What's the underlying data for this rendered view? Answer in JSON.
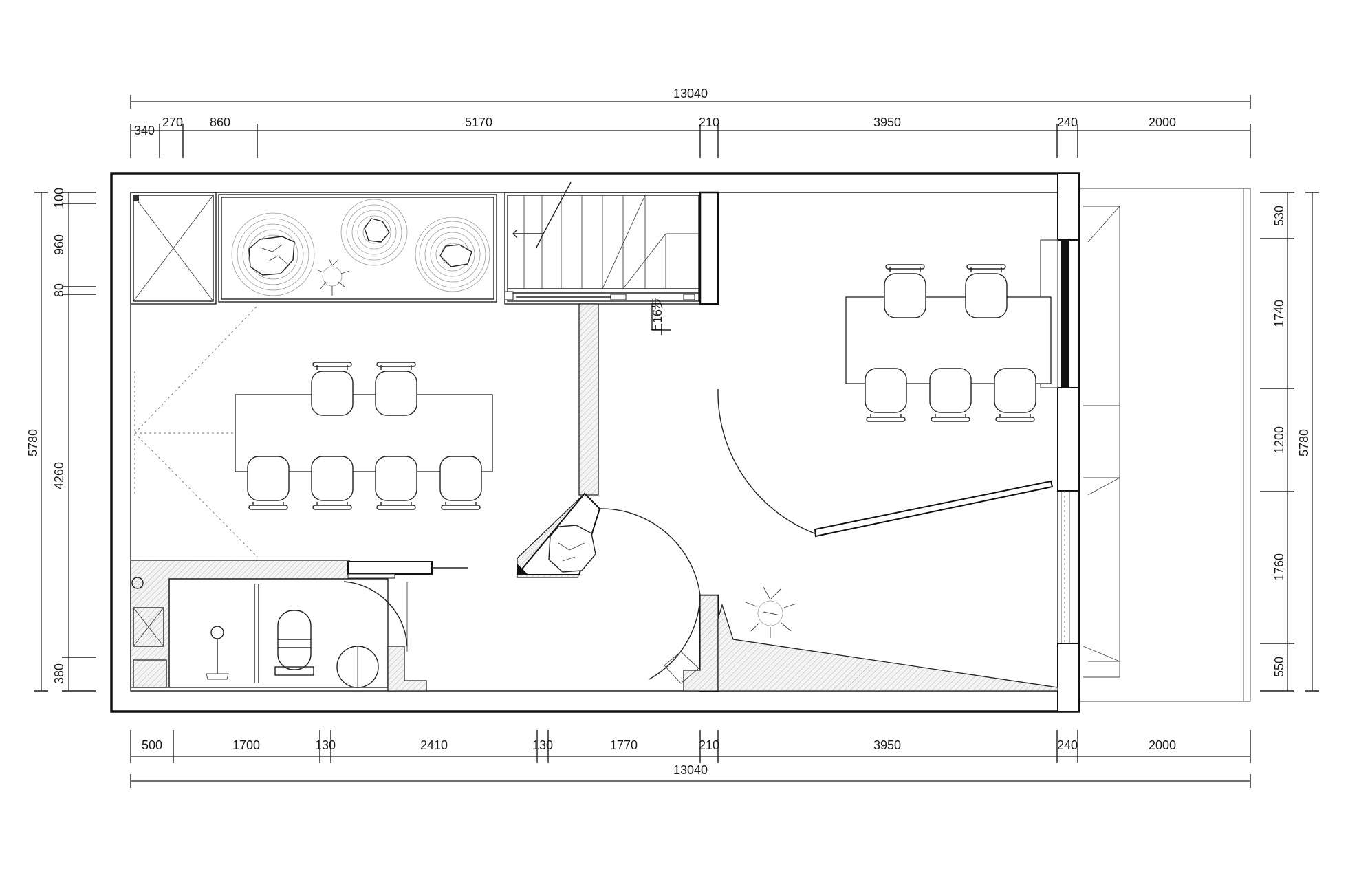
{
  "dimensions": {
    "top_total": "13040",
    "top_segments": [
      "340",
      "270",
      "860",
      "5170",
      "210",
      "3950",
      "240",
      "2000"
    ],
    "bottom_segments": [
      "500",
      "1700",
      "130",
      "2410",
      "130",
      "1770",
      "210",
      "3950",
      "240",
      "2000"
    ],
    "bottom_total": "13040",
    "left_segments": [
      "100",
      "960",
      "80",
      "4260",
      "380"
    ],
    "left_total": "5780",
    "right_segments": [
      "530",
      "1740",
      "1200",
      "1760",
      "550"
    ],
    "right_total": "5780"
  },
  "annotations": {
    "stair_label": "上16步"
  }
}
